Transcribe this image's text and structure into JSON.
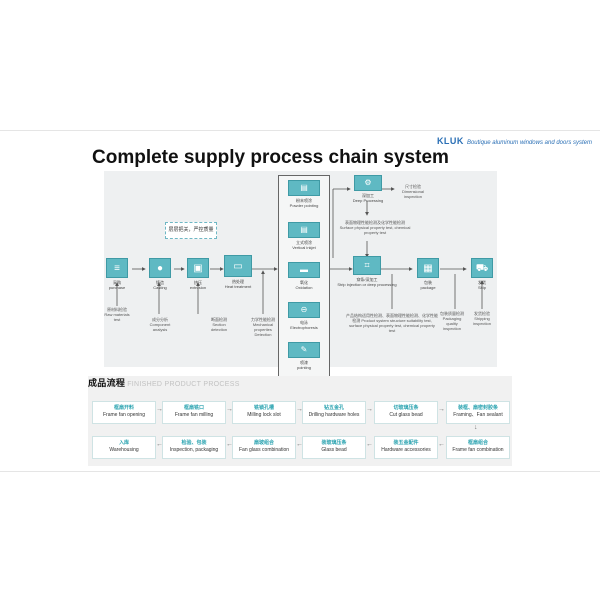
{
  "brand": {
    "logo": "KLUK",
    "tagline": "Boutique aluminum windows and doors system"
  },
  "title": "Complete supply process chain system",
  "slogan": "层层把关，严控质量",
  "main_nodes": [
    {
      "zh": "采购",
      "en": "purchase"
    },
    {
      "zh": "铸造",
      "en": "Casting"
    },
    {
      "zh": "挤压",
      "en": "extrusion"
    },
    {
      "zh": "热处理",
      "en": "Heat treatment"
    }
  ],
  "main_notes": [
    {
      "zh": "原材料检验",
      "en": "Raw materials test"
    },
    {
      "zh": "成分分析",
      "en": "Component analysis"
    },
    {
      "zh": "断面检测",
      "en": "Section detection"
    },
    {
      "zh": "力学性能检测",
      "en": "Mechanical properties Detection"
    }
  ],
  "surface": [
    {
      "zh": "粉末喷涂",
      "en": "Powder pointing"
    },
    {
      "zh": "立式喷涂",
      "en": "Vertical inkjet"
    },
    {
      "zh": "氧化",
      "en": "Oxidation"
    },
    {
      "zh": "电泳",
      "en": "Electrophoresis"
    },
    {
      "zh": "喷漆",
      "en": "pointing"
    }
  ],
  "deep": {
    "zh": "深加工",
    "en": "Deep Processing",
    "dim_zh": "尺寸检验",
    "dim_en": "Dimensional inspection"
  },
  "deep_test": "表面物理性能检测及化学性能检测 Surface physical property test, chemical property test",
  "strip": {
    "zh": "穿条/深加工",
    "en": "Strip injection or deep processing"
  },
  "package": {
    "zh": "包装",
    "en": "package"
  },
  "ship": {
    "zh": "发货",
    "en": "Ship"
  },
  "product_test": "产品结构适用性检测、表面物理性能检测、化学性能检测 Product system structure suitability test, surface physical property test, chemical property test",
  "pack_quality": {
    "zh": "包装质量检测",
    "en": "Packaging quality inspection"
  },
  "ship_insp": {
    "zh": "发货检验",
    "en": "Shipping inspection"
  },
  "finished": {
    "zh": "成品流程",
    "en": "FINISHED PRODUCT PROCESS",
    "row1": [
      {
        "zh": "框扇开料",
        "en": "Frame fan opening"
      },
      {
        "zh": "框扇铣口",
        "en": "Frame fan milling"
      },
      {
        "zh": "铣锁孔槽",
        "en": "Milling lock slot"
      },
      {
        "zh": "钻五金孔",
        "en": "Drilling hardware holes"
      },
      {
        "zh": "切玻璃压条",
        "en": "Cut glass bead"
      },
      {
        "zh": "装框、扇密封胶条",
        "en": "Framing、Fan sealant"
      }
    ],
    "row2": [
      {
        "zh": "入库",
        "en": "Warehousing"
      },
      {
        "zh": "检验、包装",
        "en": "Inspection, packaging"
      },
      {
        "zh": "扇玻组合",
        "en": "Fan glass combination"
      },
      {
        "zh": "装玻璃压条",
        "en": "Glass bead"
      },
      {
        "zh": "装五金配件",
        "en": "Hardware accessories"
      },
      {
        "zh": "框扇组合",
        "en": "Frame fan combination"
      }
    ]
  }
}
